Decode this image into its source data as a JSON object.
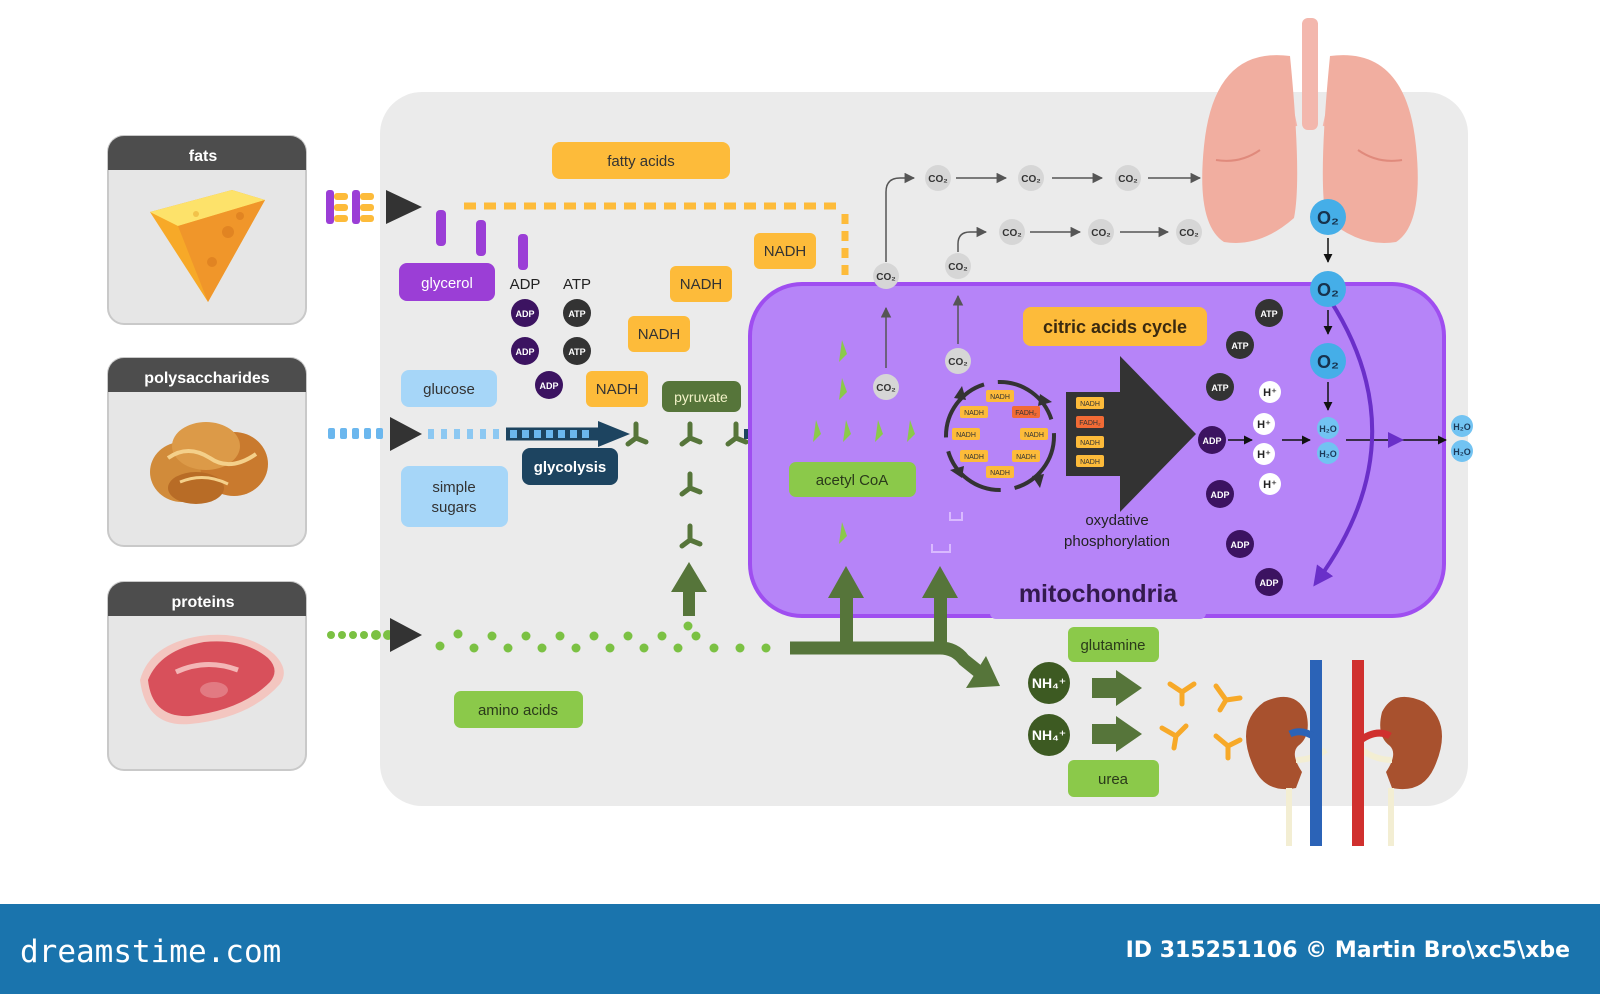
{
  "sources": {
    "fats": "fats",
    "polysaccharides": "polysaccharides",
    "proteins": "proteins"
  },
  "labels": {
    "fatty_acids": "fatty acids",
    "glycerol": "glycerol",
    "adp": "ADP",
    "atp": "ATP",
    "glucose": "glucose",
    "simple_sugars_1": "simple",
    "simple_sugars_2": "sugars",
    "glycolysis": "glycolysis",
    "pyruvate": "pyruvate",
    "nadh": "NADH",
    "fadh2": "FADH₂",
    "acetyl_coa": "acetyl CoA",
    "citric_acids_cycle": "citric acids cycle",
    "oxydative_1": "oxydative",
    "oxydative_2": "phosphorylation",
    "mitochondria": "mitochondria",
    "amino_acids": "amino acids",
    "glutamine": "glutamine",
    "urea": "urea",
    "nh4": "NH₄⁺",
    "co2": "CO₂",
    "o2": "O₂",
    "h2o": "H₂O",
    "h_plus": "H⁺"
  },
  "footer": {
    "logo": "dreamstime.com",
    "id": "ID 315251106 © Martin Bro\\xc5\\xbe"
  },
  "colors": {
    "panel": "#ebebeb",
    "mito": "#b684f8",
    "mito_border": "#9f4ef0",
    "orange": "#fdbb3a",
    "green": "#7bc143",
    "dark_green": "#56753a",
    "light_blue": "#a6d6f8",
    "navy": "#1d4460",
    "purple": "#9b3ed6",
    "footer": "#1a74ad"
  }
}
